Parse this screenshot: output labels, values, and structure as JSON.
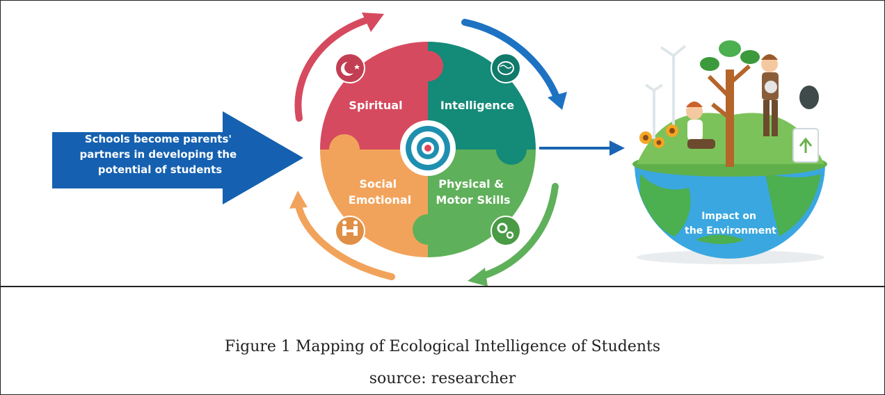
{
  "figure": {
    "input_label": [
      "Schools become parents'",
      "partners in developing the",
      "potential of students"
    ],
    "quadrants": {
      "spiritual": [
        "Spiritual"
      ],
      "intelligence": [
        "Intelligence"
      ],
      "social_emotional": [
        "Social",
        "Emotional"
      ],
      "physical_motor": [
        "Physical &",
        "Motor Skills"
      ]
    },
    "output_label": [
      "Impact on",
      "the Environment"
    ],
    "colors": {
      "spiritual": "#d64a5f",
      "intelligence": "#148a78",
      "social_emotional": "#f2a35b",
      "physical_motor": "#5fb05a",
      "input_arrow": "#1560b0",
      "connector": "#1a64b4",
      "globe_ocean": "#3aa7e0",
      "globe_land": "#4caf50"
    },
    "icons": [
      "crescent-star-icon",
      "brain-icon",
      "handshake-icon",
      "gears-icon",
      "target-icon",
      "wind-turbine-icon",
      "recycle-icon"
    ]
  },
  "caption": {
    "title": "Figure 1 Mapping of Ecological Intelligence of Students",
    "source": "source: researcher"
  }
}
